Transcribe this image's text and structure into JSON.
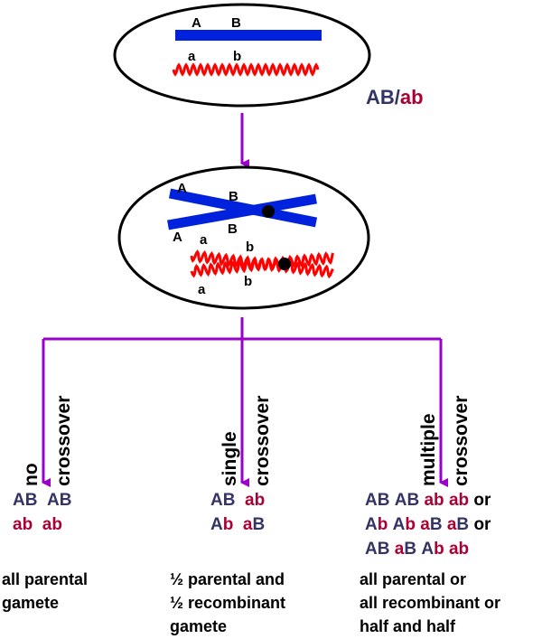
{
  "colors": {
    "arrow": "#9900cc",
    "chromatid_blue": "#0022dd",
    "chromatid_red": "#ff0000",
    "dominant_text": "#333366",
    "recessive_text": "#aa0033",
    "outline": "#000000"
  },
  "top_cell": {
    "upper_alleles": [
      "A",
      "B"
    ],
    "lower_alleles": [
      "a",
      "b"
    ],
    "genotype": {
      "dominant": "AB",
      "slash": "/",
      "recessive": "ab"
    }
  },
  "middle_cell": {
    "blue_alleles": [
      "A",
      "B",
      "B",
      "A"
    ],
    "red_alleles": [
      "a",
      "b",
      "b",
      "a"
    ]
  },
  "branches": {
    "none": {
      "label_line1": "no",
      "label_line2": "crossover",
      "genotypes": [
        [
          {
            "t": "AB",
            "c": "d"
          },
          {
            "t": "AB",
            "c": "d"
          }
        ],
        [
          {
            "t": "ab",
            "c": "r"
          },
          {
            "t": "ab",
            "c": "r"
          }
        ]
      ],
      "description": [
        "all parental",
        "gamete"
      ]
    },
    "single": {
      "label_line1": "single",
      "label_line2": "crossover",
      "genotypes": [
        [
          {
            "t": "AB",
            "c": "d"
          },
          {
            "t": "ab",
            "c": "r"
          }
        ],
        [
          {
            "t": "A",
            "c": "d"
          },
          {
            "t": "b",
            "c": "r"
          },
          {
            "t": "a",
            "c": "r"
          },
          {
            "t": "B",
            "c": "d"
          }
        ]
      ],
      "description": [
        "½ parental and",
        "½ recombinant",
        "gamete"
      ]
    },
    "multiple": {
      "label_line1": "multiple",
      "label_line2": "crossover",
      "genotypes": [
        [
          {
            "t": "AB",
            "c": "d"
          },
          {
            "t": "AB",
            "c": "d"
          },
          {
            "t": "ab",
            "c": "r"
          },
          {
            "t": "ab",
            "c": "r"
          },
          {
            "t": "or",
            "c": "k"
          }
        ],
        [
          {
            "t": "A",
            "c": "d"
          },
          {
            "t": "b",
            "c": "r"
          },
          {
            "t": "A",
            "c": "d"
          },
          {
            "t": "b",
            "c": "r"
          },
          {
            "t": "a",
            "c": "r"
          },
          {
            "t": "B",
            "c": "d"
          },
          {
            "t": "a",
            "c": "r"
          },
          {
            "t": "B",
            "c": "d"
          },
          {
            "t": "or",
            "c": "k"
          }
        ],
        [
          {
            "t": "AB",
            "c": "d"
          },
          {
            "t": "a",
            "c": "r"
          },
          {
            "t": "B",
            "c": "d"
          },
          {
            "t": "A",
            "c": "d"
          },
          {
            "t": "b",
            "c": "r"
          },
          {
            "t": "ab",
            "c": "r"
          }
        ]
      ],
      "description": [
        "all parental or",
        "all recombinant or",
        "half and half"
      ]
    }
  }
}
